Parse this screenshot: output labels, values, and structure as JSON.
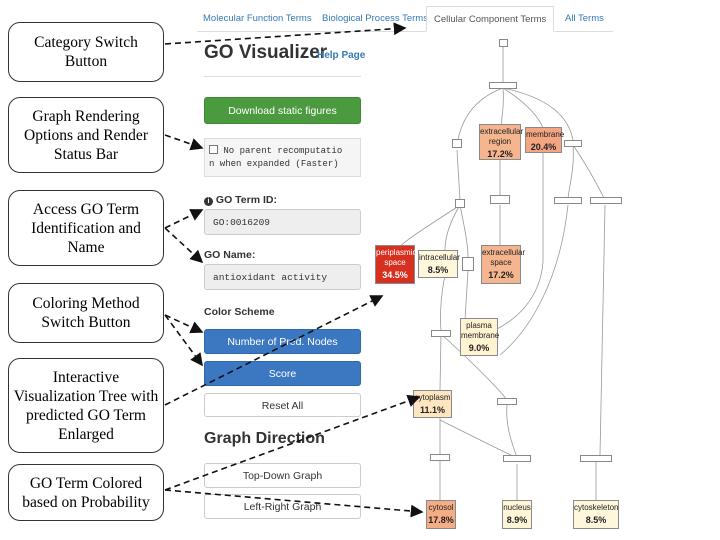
{
  "tabs": [
    "Molecular Function Terms",
    "Biological Process Terms",
    "Cellular Component Terms",
    "All Terms"
  ],
  "title": "GO Visualizer",
  "help_link": "Help Page",
  "download_button": "Download static figures",
  "checkbox_label_line1": "No parent recomputatio",
  "checkbox_label_line2": "n when expanded (Faster)",
  "term_id_label": "GO Term ID:",
  "term_id_value": "GO:0016209",
  "name_label": "GO Name:",
  "name_value": "antioxidant activity",
  "color_scheme_label": "Color Scheme",
  "color_buttons": [
    "Number of Pred. Nodes",
    "Score",
    "Reset All"
  ],
  "graph_direction_label": "Graph Direction",
  "direction_buttons": [
    "Top-Down Graph",
    "Left-Right Graph"
  ],
  "callouts": [
    "Category Switch Button",
    "Graph Rendering Options and Render Status Bar",
    "Access GO Term Identification and Name",
    "Coloring Method Switch Button",
    "Interactive Visualization Tree with predicted GO Term Enlarged",
    "GO Term Colored based on Probability"
  ],
  "graph_nodes": [
    {
      "name": "extracellular region",
      "value": "17.2%",
      "color": "#f5b58f"
    },
    {
      "name": "membrane",
      "value": "20.4%",
      "color": "#f4a582"
    },
    {
      "name": "periplasmic space",
      "value": "34.5%",
      "color": "#d7301f"
    },
    {
      "name": "intracellular",
      "value": "8.5%",
      "color": "#fff7dc"
    },
    {
      "name": "extracellular space",
      "value": "17.2%",
      "color": "#f5b58f"
    },
    {
      "name": "plasma membrane",
      "value": "9.0%",
      "color": "#fff3d1"
    },
    {
      "name": "cytoplasm",
      "value": "11.1%",
      "color": "#fde6c0"
    },
    {
      "name": "cytosol",
      "value": "17.8%",
      "color": "#f4ad85"
    },
    {
      "name": "nucleus",
      "value": "8.9%",
      "color": "#fff6d8"
    },
    {
      "name": "cytoskeleton",
      "value": "8.5%",
      "color": "#fff7dc"
    }
  ]
}
